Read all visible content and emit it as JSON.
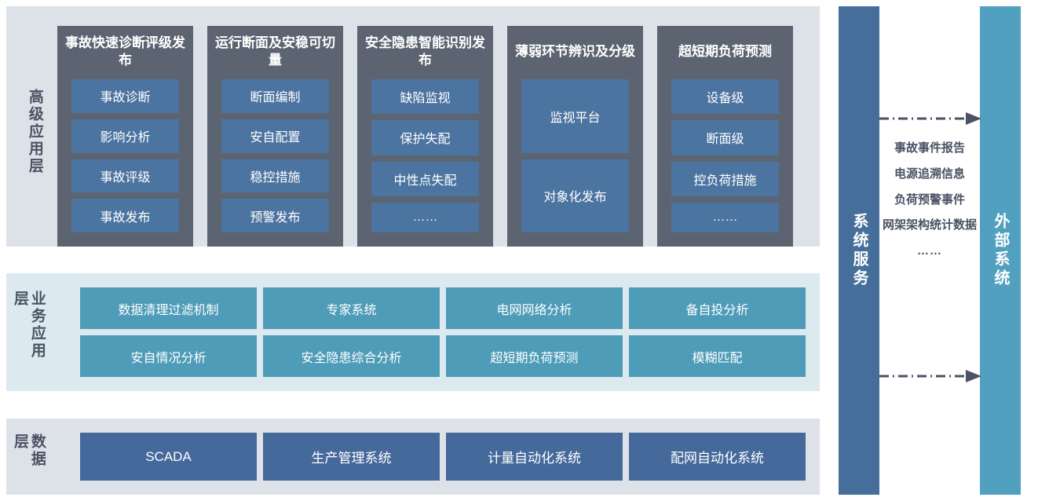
{
  "colors": {
    "panel_bg_gray": "#dde2e9",
    "panel_bg_blue": "#dce9ef",
    "column_dark": "#5b6470",
    "item_steel_blue": "#4c74a0",
    "item_teal": "#4e9cb8",
    "item_dark_blue": "#45699a",
    "service_bar": "#456e9a",
    "external_bar": "#52a0bf",
    "label_text": "#4a5263",
    "arrow": "#4a5263"
  },
  "advanced_layer": {
    "label": "高级应用层",
    "columns": [
      {
        "title": "事故快速诊断评级发布",
        "items": [
          "事故诊断",
          "影响分析",
          "事故评级",
          "事故发布"
        ]
      },
      {
        "title": "运行断面及安稳可切量",
        "items": [
          "断面编制",
          "安自配置",
          "稳控措施",
          "预警发布"
        ]
      },
      {
        "title": "安全隐患智能识别发布",
        "items": [
          "缺陷监视",
          "保护失配",
          "中性点失配",
          "……"
        ]
      },
      {
        "title": "薄弱环节辨识及分级",
        "items": [
          "监视平台",
          "对象化发布"
        ]
      },
      {
        "title": "超短期负荷预测",
        "items": [
          "设备级",
          "断面级",
          "控负荷措施",
          "……"
        ]
      }
    ]
  },
  "business_layer": {
    "label": "业务应用层",
    "items": [
      "数据清理过滤机制",
      "专家系统",
      "电网网络分析",
      "备自投分析",
      "安自情况分析",
      "安全隐患综合分析",
      "超短期负荷预测",
      "模糊匹配"
    ]
  },
  "data_layer": {
    "label": "数据层",
    "items": [
      "SCADA",
      "生产管理系统",
      "计量自动化系统",
      "配网自动化系统"
    ]
  },
  "service_bar": {
    "label": "系统服务"
  },
  "external_bar": {
    "label": "外部系统"
  },
  "exchange": {
    "items": [
      "事故事件报告",
      "电源追溯信息",
      "负荷预警事件",
      "网架架构统计数据"
    ],
    "ellipsis": "……"
  }
}
